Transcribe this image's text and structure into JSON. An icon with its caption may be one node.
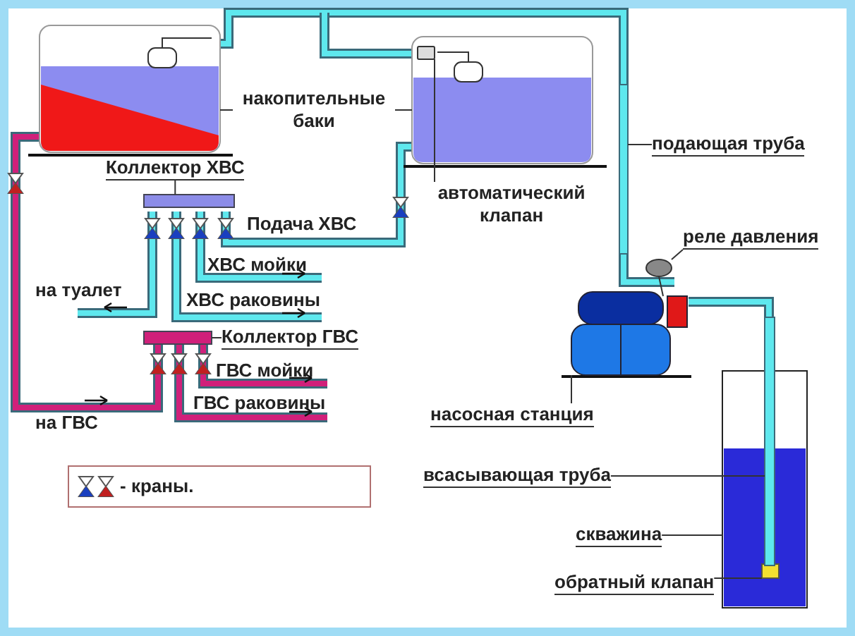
{
  "diagram": {
    "nodes": [
      {
        "text": [],
        "shape": "box"
      },
      {
        "text": [],
        "shape": "box"
      },
      {
        "text": [
          "накопительные баки"
        ]
      },
      {
        "text": [
          "Коллектор ХВС"
        ]
      },
      {
        "text": [],
        "shape": "bar"
      },
      {
        "text": [
          "автоматический клапан"
        ]
      },
      {
        "text": [],
        "shape": "box",
        "in": 1
      },
      {
        "text": [
          "подающая труба"
        ]
      },
      {
        "text": [],
        "shape": "bar"
      },
      {
        "text": [
          "реле давления"
        ]
      },
      {
        "text": [],
        "shape": "circle"
      },
      {
        "text": [
          "Коллектор ГВС"
        ]
      },
      {
        "text": [],
        "shape": "bar"
      },
      {
        "text": [],
        "shape": "picture"
      },
      {
        "text": [
          "насосная станция"
        ]
      },
      {
        "text": [
          "всасывающая труба"
        ]
      },
      {
        "text": [],
        "shape": "bar"
      },
      {
        "text": [
          "скважина"
        ]
      },
      {
        "text": [],
        "shape": "box"
      },
      {
        "text": [
          "обратный клапан"
        ]
      },
      {
        "text": [],
        "shape": "box",
        "in": 18
      }
    ],
    "edges": [
      {
        "from": 2,
        "to": 0,
        "arrow": "none"
      },
      {
        "from": 2,
        "to": 1,
        "arrow": "none"
      },
      {
        "from": 3,
        "to": 4,
        "arrow": "none"
      },
      {
        "from": 5,
        "to": 6,
        "arrow": "none"
      },
      {
        "from": 7,
        "to": 8,
        "arrow": "none"
      },
      {
        "from": 9,
        "to": 10,
        "arrow": "none"
      },
      {
        "from": 11,
        "to": 12,
        "arrow": "none"
      },
      {
        "from": 14,
        "to": 13,
        "arrow": "none"
      },
      {
        "from": 15,
        "to": 16,
        "arrow": "none"
      },
      {
        "from": 17,
        "to": 18,
        "arrow": "none"
      },
      {
        "from": 19,
        "to": 20,
        "arrow": "none"
      }
    ],
    "labels": [
      "Подача ХВС",
      "ХВС мойки",
      "на туалет",
      "ХВС раковины",
      "ГВС мойки",
      "ГВС раковины",
      "на ГВС"
    ],
    "legend": [
      {
        "text": "- краны."
      }
    ]
  }
}
